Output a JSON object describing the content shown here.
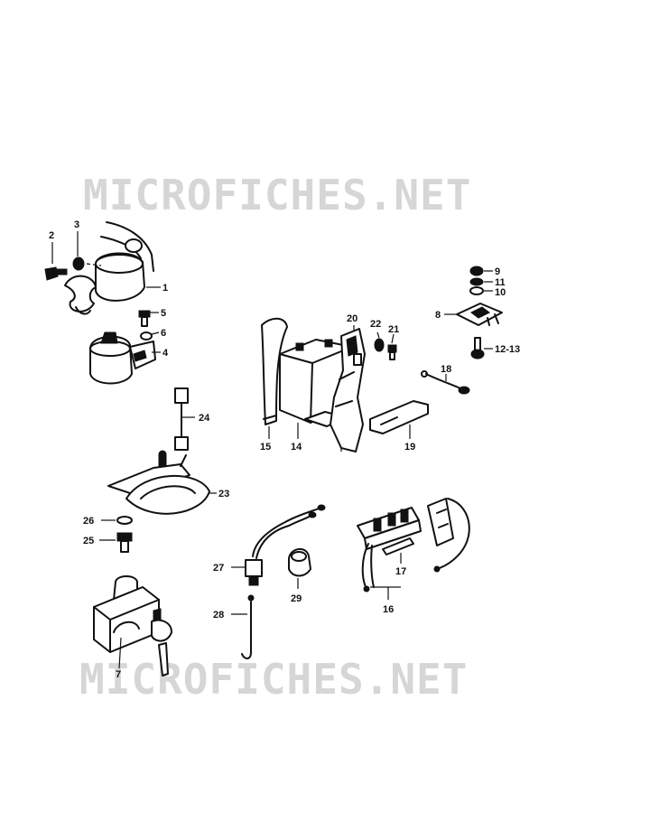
{
  "watermark": "MICROFICHES.NET",
  "callouts": {
    "p1": "1",
    "p2": "2",
    "p3": "3",
    "p4": "4",
    "p5": "5",
    "p6": "6",
    "p7": "7",
    "p8": "8",
    "p9": "9",
    "p10": "10",
    "p11": "11",
    "p12_13": "12-13",
    "p14": "14",
    "p15": "15",
    "p16": "16",
    "p17": "17",
    "p18": "18",
    "p19": "19",
    "p20": "20",
    "p21": "21",
    "p22": "22",
    "p23": "23",
    "p24": "24",
    "p25": "25",
    "p26": "26",
    "p27": "27",
    "p28": "28",
    "p29": "29"
  }
}
